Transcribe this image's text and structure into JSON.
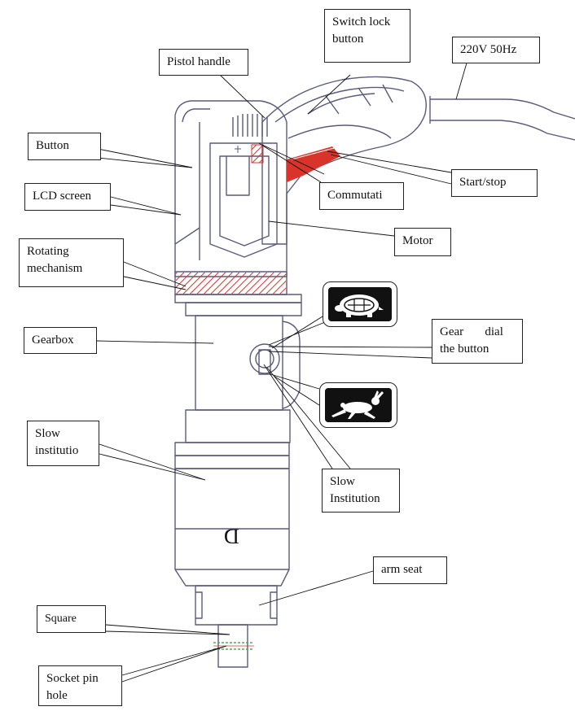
{
  "labels": {
    "switch_lock": [
      "Switch lock",
      "button"
    ],
    "pistol_handle": "Pistol handle",
    "power": "220V 50Hz",
    "button": "Button",
    "lcd": "LCD screen",
    "commutator": "Commutati",
    "start_stop": "Start/stop",
    "motor": "Motor",
    "rotating": [
      "Rotating",
      "mechanism"
    ],
    "gearbox": "Gearbox",
    "gear_dial": [
      "Gear       dial",
      "the button"
    ],
    "slow_left": [
      "Slow",
      "institutio"
    ],
    "slow_institution": [
      "Slow",
      "Institution"
    ],
    "arm_seat": "arm seat",
    "square": "Square",
    "socket_pin": [
      "Socket pin",
      "hole"
    ],
    "diameter_mark": "D"
  },
  "icons": {
    "slow_speed": "turtle-icon",
    "fast_speed": "rabbit-icon"
  },
  "colors": {
    "hatch_red": "#d9342b",
    "line": "#5a5a7a",
    "ink": "#111111"
  }
}
